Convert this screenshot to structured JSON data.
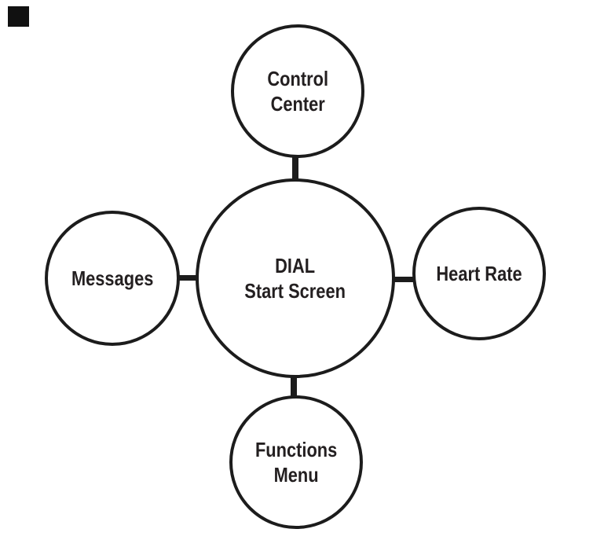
{
  "colors": {
    "ink": "#231f20",
    "line": "#1c1c1c",
    "background": "#ffffff"
  },
  "diagram": {
    "nodes": {
      "center": {
        "label": "DIAL\nStart Screen"
      },
      "top": {
        "label": "Control\nCenter"
      },
      "right": {
        "label": "Heart Rate"
      },
      "bottom": {
        "label": "Functions\nMenu"
      },
      "left": {
        "label": "Messages"
      }
    },
    "connections": [
      {
        "from": "center",
        "to": "top"
      },
      {
        "from": "center",
        "to": "right"
      },
      {
        "from": "center",
        "to": "bottom"
      },
      {
        "from": "center",
        "to": "left"
      }
    ]
  }
}
